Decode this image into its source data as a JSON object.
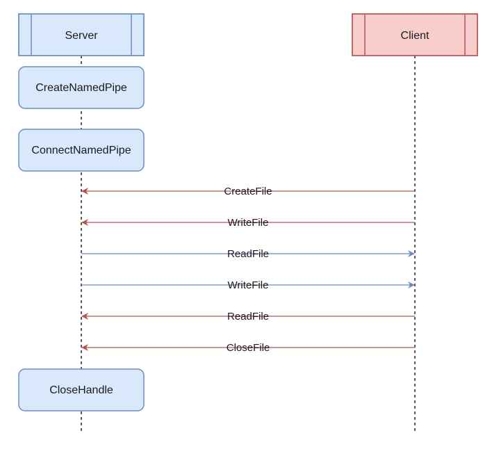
{
  "participants": [
    {
      "id": "server",
      "label": "Server",
      "fill": "#dae8fc",
      "stroke": "#6c8ebf"
    },
    {
      "id": "client",
      "label": "Client",
      "fill": "#f8cecc",
      "stroke": "#b85450"
    }
  ],
  "activations": [
    {
      "label": "CreateNamedPipe"
    },
    {
      "label": "ConnectNamedPipe"
    },
    {
      "label": "CloseHandle"
    }
  ],
  "messages": [
    {
      "label": "CreateFile",
      "from": "client",
      "to": "server",
      "color": "#b85450"
    },
    {
      "label": "WriteFile",
      "from": "client",
      "to": "server",
      "color": "#b85450"
    },
    {
      "label": "ReadFile",
      "from": "server",
      "to": "client",
      "color": "#6c8ebf"
    },
    {
      "label": "WriteFile",
      "from": "server",
      "to": "client",
      "color": "#6c8ebf"
    },
    {
      "label": "ReadFile",
      "from": "client",
      "to": "server",
      "color": "#b85450"
    },
    {
      "label": "CloseFile",
      "from": "client",
      "to": "server",
      "color": "#b85450"
    }
  ]
}
